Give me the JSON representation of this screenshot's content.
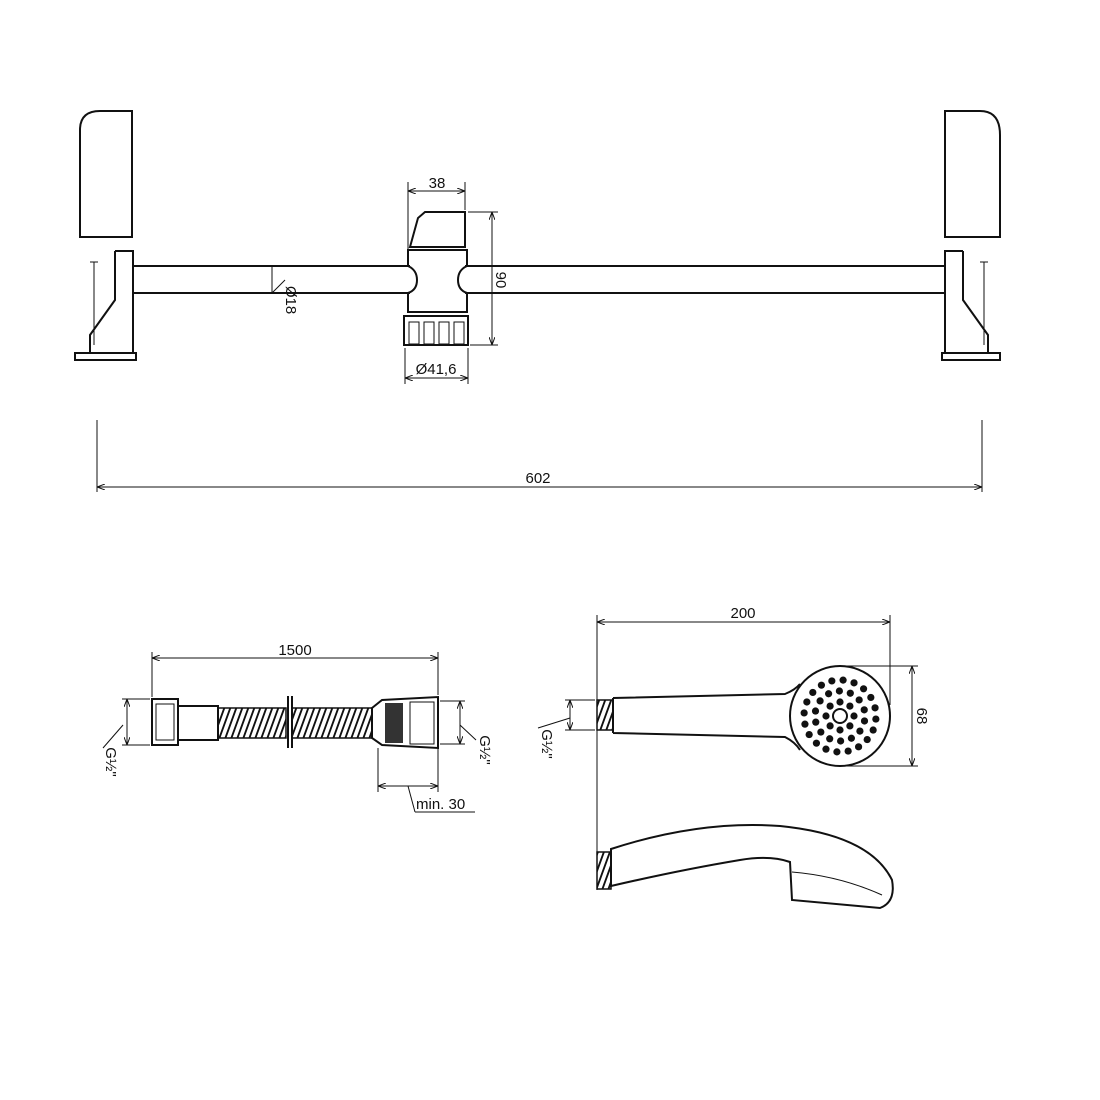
{
  "rail": {
    "slider_width": "38",
    "slider_height": "90",
    "bar_diameter": "Ø18",
    "nut_diameter": "Ø41,6",
    "overall_length": "602"
  },
  "hose": {
    "length": "1500",
    "thread_left": "G½\"",
    "thread_right": "G½\"",
    "min_length": "min. 30"
  },
  "hand_shower": {
    "length": "200",
    "head_diameter": "68",
    "thread": "G½\""
  },
  "colors": {
    "line": "#111111",
    "background": "#ffffff"
  }
}
